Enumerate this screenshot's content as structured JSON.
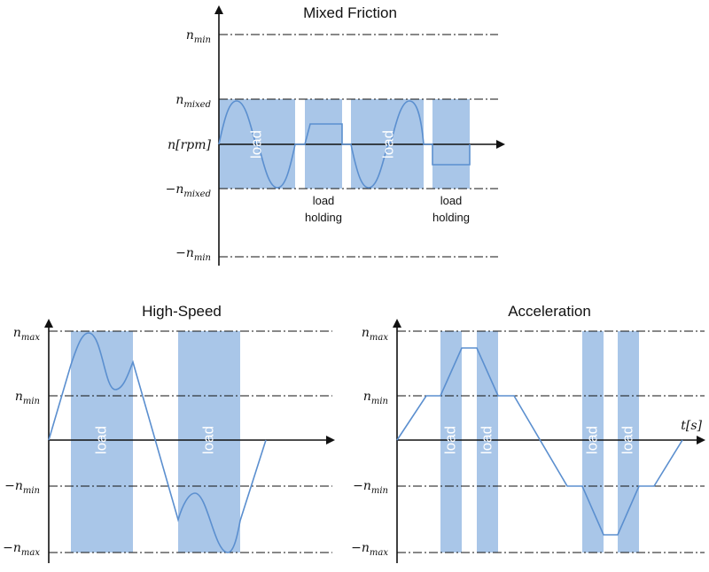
{
  "colors": {
    "load_region": "#a9c6e8",
    "curve": "#5b8fcf",
    "axis": "#111111"
  },
  "panels": {
    "mixed": {
      "title": "Mixed Friction",
      "levels": {
        "nmin": {
          "base": "n",
          "sub": "min"
        },
        "nmixed": {
          "base": "n",
          "sub": "mixed"
        },
        "axis": "n[rpm]",
        "neg_nmixed": {
          "base": "−n",
          "sub": "mixed"
        },
        "neg_nmin": {
          "base": "−n",
          "sub": "min"
        }
      },
      "load_label": "load",
      "load_holding_line1": "load",
      "load_holding_line2": "holding"
    },
    "highspeed": {
      "title": "High-Speed",
      "levels": {
        "nmax": {
          "base": "n",
          "sub": "max"
        },
        "nmin": {
          "base": "n",
          "sub": "min"
        },
        "neg_nmin": {
          "base": "−n",
          "sub": "min"
        },
        "neg_nmax": {
          "base": "−n",
          "sub": "max"
        }
      },
      "load_label": "load"
    },
    "acceleration": {
      "title": "Acceleration",
      "levels": {
        "nmax": {
          "base": "n",
          "sub": "max"
        },
        "nmin": {
          "base": "n",
          "sub": "min"
        },
        "neg_nmin": {
          "base": "−n",
          "sub": "min"
        },
        "neg_nmax": {
          "base": "−n",
          "sub": "max"
        }
      },
      "time_label": "t[s]",
      "load_label": "load"
    }
  }
}
